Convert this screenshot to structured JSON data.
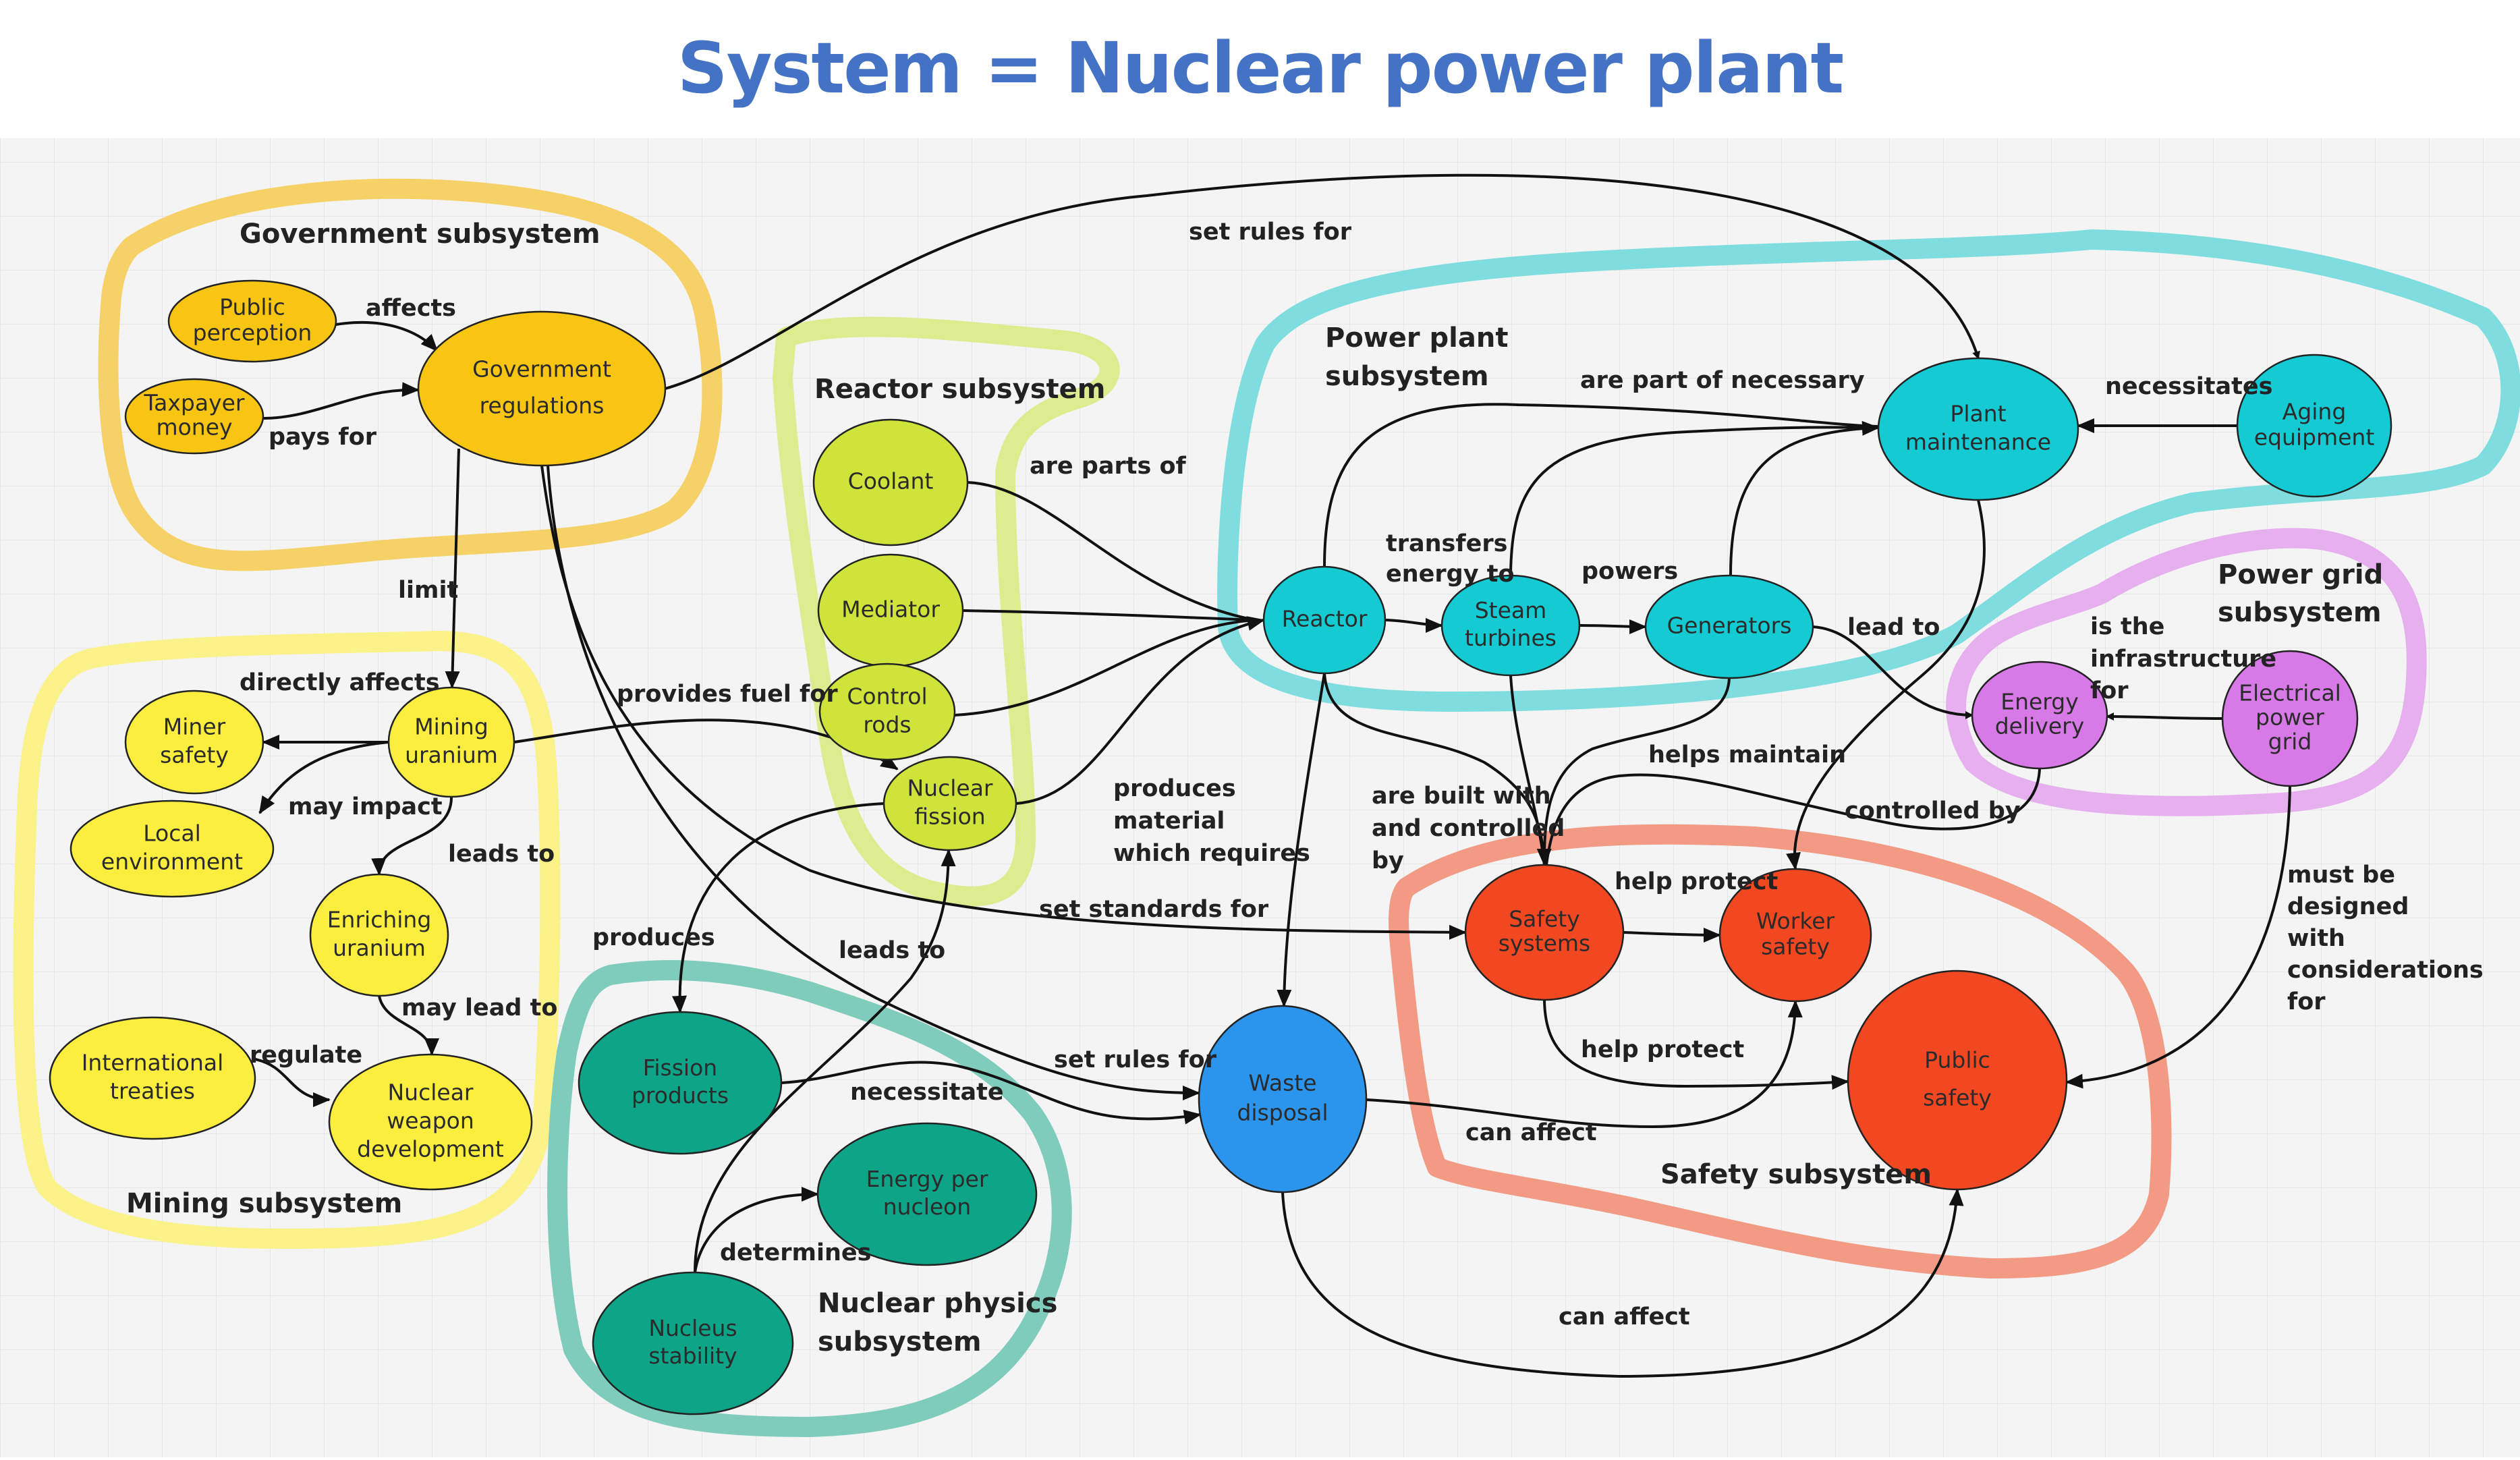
{
  "title": "System = Nuclear power plant",
  "colors": {
    "title": "#4472c4",
    "background": "#f4f4f4",
    "government": "#f9c513",
    "mining": "#fbee3e",
    "reactor": "#cfe33b",
    "power_plant": "#14cad3",
    "power_grid": "#d879e8",
    "nuclear_physics": "#0ea487",
    "waste": "#2b95ee",
    "safety": "#f24822"
  },
  "subsystems": {
    "government": {
      "label": "Government subsystem",
      "outline_color": "#f5cf55"
    },
    "reactor": {
      "label": "Reactor subsystem",
      "outline_color": "#dcec8f"
    },
    "power_plant": {
      "label_line1": "Power plant",
      "label_line2": "subsystem",
      "outline_color": "#7fdde0"
    },
    "power_grid": {
      "label_line1": "Power grid",
      "label_line2": "subsystem",
      "outline_color": "#e6b0ef"
    },
    "mining": {
      "label": "Mining subsystem",
      "outline_color": "#fbf28a"
    },
    "nuclear_physics": {
      "label_line1": "Nuclear physics",
      "label_line2": "subsystem",
      "outline_color": "#7fccbd"
    },
    "safety": {
      "label": "Safety subsystem",
      "outline_color": "#f39a85"
    }
  },
  "nodes": {
    "public_perception": {
      "line1": "Public",
      "line2": "perception",
      "group": "government"
    },
    "taxpayer_money": {
      "line1": "Taxpayer",
      "line2": "money",
      "group": "government"
    },
    "government_regulations": {
      "line1": "Government",
      "line2": "regulations",
      "group": "government"
    },
    "coolant": {
      "line1": "Coolant",
      "group": "reactor"
    },
    "mediator": {
      "line1": "Mediator",
      "group": "reactor"
    },
    "control_rods": {
      "line1": "Control",
      "line2": "rods",
      "group": "reactor"
    },
    "nuclear_fission": {
      "line1": "Nuclear",
      "line2": "fission",
      "group": "reactor"
    },
    "reactor": {
      "line1": "Reactor",
      "group": "power_plant"
    },
    "steam_turbines": {
      "line1": "Steam",
      "line2": "turbines",
      "group": "power_plant"
    },
    "generators": {
      "line1": "Generators",
      "group": "power_plant"
    },
    "plant_maintenance": {
      "line1": "Plant",
      "line2": "maintenance",
      "group": "power_plant"
    },
    "aging_equipment": {
      "line1": "Aging",
      "line2": "equipment",
      "group": "power_plant"
    },
    "energy_delivery": {
      "line1": "Energy",
      "line2": "delivery",
      "group": "power_grid"
    },
    "electrical_power_grid": {
      "line1": "Electrical",
      "line2": "power",
      "line3": "grid",
      "group": "power_grid"
    },
    "miner_safety": {
      "line1": "Miner",
      "line2": "safety",
      "group": "mining"
    },
    "mining_uranium": {
      "line1": "Mining",
      "line2": "uranium",
      "group": "mining"
    },
    "local_environment": {
      "line1": "Local",
      "line2": "environment",
      "group": "mining"
    },
    "enriching_uranium": {
      "line1": "Enriching",
      "line2": "uranium",
      "group": "mining"
    },
    "international_treaties": {
      "line1": "International",
      "line2": "treaties",
      "group": "mining"
    },
    "nuclear_weapon_development": {
      "line1": "Nuclear",
      "line2": "weapon",
      "line3": "development",
      "group": "mining"
    },
    "fission_products": {
      "line1": "Fission",
      "line2": "products",
      "group": "nuclear_physics"
    },
    "energy_per_nucleon": {
      "line1": "Energy per",
      "line2": "nucleon",
      "group": "nuclear_physics"
    },
    "nucleus_stability": {
      "line1": "Nucleus",
      "line2": "stability",
      "group": "nuclear_physics"
    },
    "waste_disposal": {
      "line1": "Waste",
      "line2": "disposal",
      "group": "waste"
    },
    "safety_systems": {
      "line1": "Safety",
      "line2": "systems",
      "group": "safety"
    },
    "worker_safety": {
      "line1": "Worker",
      "line2": "safety",
      "group": "safety"
    },
    "public_safety": {
      "line1": "Public",
      "line2": "safety",
      "group": "safety"
    }
  },
  "edge_labels": {
    "affects": "affects",
    "pays_for": "pays for",
    "set_rules_for_top": "set rules for",
    "limit": "limit",
    "are_parts_of": "are parts of",
    "are_part_of_necessary": "are part of necessary",
    "necessitates": "necessitates",
    "transfers_line1": "transfers",
    "transfers_line2": "energy to",
    "powers": "powers",
    "lead_to": "lead to",
    "is_the_line1": "is the",
    "is_the_line2": "infrastructure",
    "is_the_line3": "for",
    "directly_affects": "directly affects",
    "may_impact": "may impact",
    "leads_to_enrich": "leads to",
    "may_lead_to": "may lead to",
    "regulate": "regulate",
    "provides_fuel_for": "provides fuel for",
    "produces_material_line1": "produces",
    "produces_material_line2": "material",
    "produces_material_line3": "which requires",
    "helps_maintain": "helps maintain",
    "controlled_by": "controlled by",
    "built_line1": "are built with",
    "built_line2": "and controlled",
    "built_line3": "by",
    "set_standards_for": "set standards for",
    "produces": "produces",
    "leads_to_fission": "leads to",
    "set_rules_for_waste": "set rules for",
    "necessitate": "necessitate",
    "help_protect_top": "help protect",
    "help_protect_bottom": "help protect",
    "must_line1": "must be",
    "must_line2": "designed",
    "must_line3": "with",
    "must_line4": "considerations",
    "must_line5": "for",
    "can_affect_inner": "can affect",
    "can_affect_outer": "can affect",
    "determines": "determines"
  }
}
